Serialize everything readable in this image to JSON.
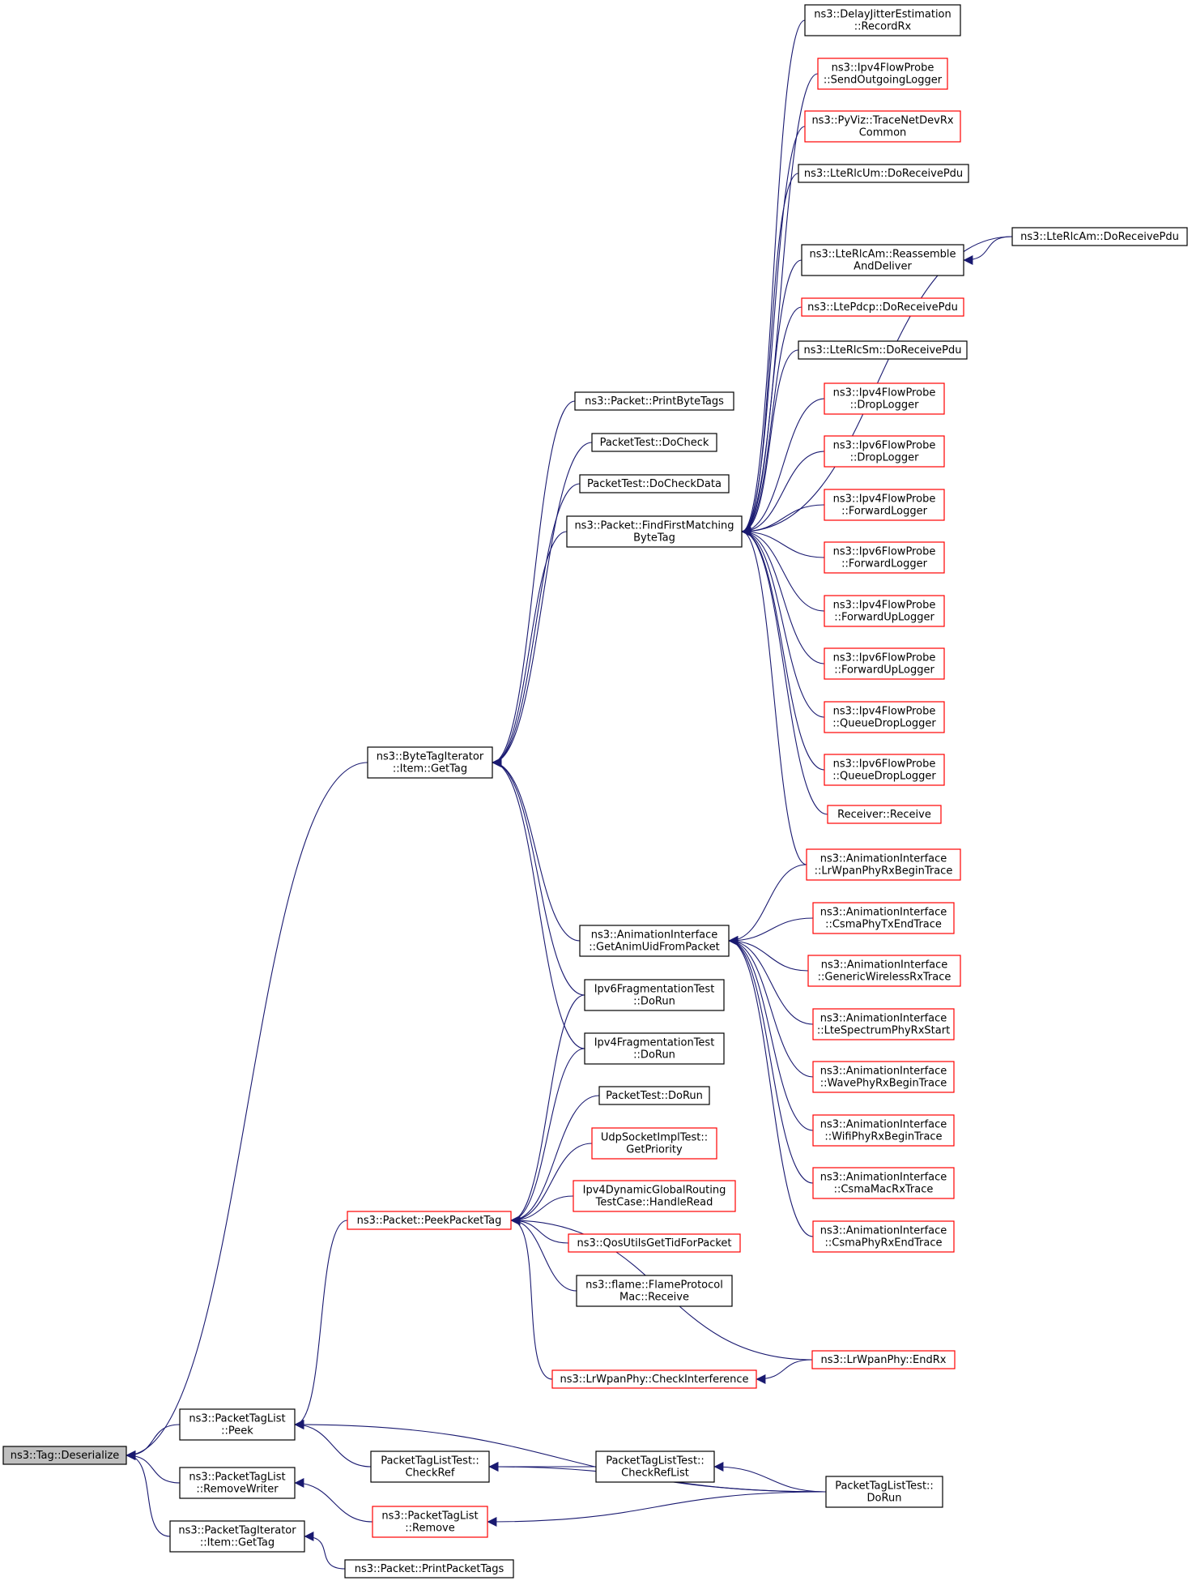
{
  "colors": {
    "edge": "#191970",
    "border_normal": "#000000",
    "border_truncated": "#ff0000",
    "root_fill": "#bfbfbf",
    "node_fill": "#ffffff"
  },
  "nodes": [
    {
      "id": "root",
      "lines": [
        "ns3::Tag::Deserialize"
      ],
      "style": "root"
    },
    {
      "id": "pkttaglist_peek",
      "lines": [
        "ns3::PacketTagList",
        "::Peek"
      ],
      "style": "normal"
    },
    {
      "id": "removewriter",
      "lines": [
        "ns3::PacketTagList",
        "::RemoveWriter"
      ],
      "style": "normal"
    },
    {
      "id": "pkttagiter_gettag",
      "lines": [
        "ns3::PacketTagIterator",
        "::Item::GetTag"
      ],
      "style": "normal"
    },
    {
      "id": "bytetagiter_gettag",
      "lines": [
        "ns3::ByteTagIterator",
        "::Item::GetTag"
      ],
      "style": "normal"
    },
    {
      "id": "peekpackettag",
      "lines": [
        "ns3::Packet::PeekPacketTag"
      ],
      "style": "truncated"
    },
    {
      "id": "checkref",
      "lines": [
        "PacketTagListTest::",
        "CheckRef"
      ],
      "style": "normal"
    },
    {
      "id": "remove",
      "lines": [
        "ns3::PacketTagList",
        "::Remove"
      ],
      "style": "truncated"
    },
    {
      "id": "printpackettags",
      "lines": [
        "ns3::Packet::PrintPacketTags"
      ],
      "style": "normal"
    },
    {
      "id": "checkreflist",
      "lines": [
        "PacketTagListTest::",
        "CheckRefList"
      ],
      "style": "normal"
    },
    {
      "id": "ptl_dorun",
      "lines": [
        "PacketTagListTest::",
        "DoRun"
      ],
      "style": "normal"
    },
    {
      "id": "printbytetags",
      "lines": [
        "ns3::Packet::PrintByteTags"
      ],
      "style": "normal"
    },
    {
      "id": "docheck",
      "lines": [
        "PacketTest::DoCheck"
      ],
      "style": "normal"
    },
    {
      "id": "docheckdata",
      "lines": [
        "PacketTest::DoCheckData"
      ],
      "style": "normal"
    },
    {
      "id": "findfirst",
      "lines": [
        "ns3::Packet::FindFirstMatching",
        "ByteTag"
      ],
      "style": "normal"
    },
    {
      "id": "getanimuid",
      "lines": [
        "ns3::AnimationInterface",
        "::GetAnimUidFromPacket"
      ],
      "style": "normal"
    },
    {
      "id": "ipv6frag",
      "lines": [
        "Ipv6FragmentationTest",
        "::DoRun"
      ],
      "style": "normal"
    },
    {
      "id": "ipv4frag",
      "lines": [
        "Ipv4FragmentationTest",
        "::DoRun"
      ],
      "style": "normal"
    },
    {
      "id": "pt_dorun",
      "lines": [
        "PacketTest::DoRun"
      ],
      "style": "normal"
    },
    {
      "id": "udpsock",
      "lines": [
        "UdpSocketImplTest::",
        "GetPriority"
      ],
      "style": "truncated"
    },
    {
      "id": "ipv4dyn",
      "lines": [
        "Ipv4DynamicGlobalRouting",
        "TestCase::HandleRead"
      ],
      "style": "truncated"
    },
    {
      "id": "qosutils",
      "lines": [
        "ns3::QosUtilsGetTidForPacket"
      ],
      "style": "truncated"
    },
    {
      "id": "flame",
      "lines": [
        "ns3::flame::FlameProtocol",
        "Mac::Receive"
      ],
      "style": "normal"
    },
    {
      "id": "checkinterf",
      "lines": [
        "ns3::LrWpanPhy::CheckInterference"
      ],
      "style": "truncated"
    },
    {
      "id": "endrx",
      "lines": [
        "ns3::LrWpanPhy::EndRx"
      ],
      "style": "truncated"
    },
    {
      "id": "delayjitter",
      "lines": [
        "ns3::DelayJitterEstimation",
        "::RecordRx"
      ],
      "style": "normal"
    },
    {
      "id": "ipv4fp_send",
      "lines": [
        "ns3::Ipv4FlowProbe",
        "::SendOutgoingLogger"
      ],
      "style": "truncated"
    },
    {
      "id": "pyviz",
      "lines": [
        "ns3::PyViz::TraceNetDevRx",
        "Common"
      ],
      "style": "truncated"
    },
    {
      "id": "rlcum",
      "lines": [
        "ns3::LteRlcUm::DoReceivePdu"
      ],
      "style": "normal"
    },
    {
      "id": "rlcam_reasm",
      "lines": [
        "ns3::LteRlcAm::Reassemble",
        "AndDeliver"
      ],
      "style": "normal"
    },
    {
      "id": "rlcam_recv",
      "lines": [
        "ns3::LteRlcAm::DoReceivePdu"
      ],
      "style": "normal"
    },
    {
      "id": "pdcp",
      "lines": [
        "ns3::LtePdcp::DoReceivePdu"
      ],
      "style": "truncated"
    },
    {
      "id": "rlcsm",
      "lines": [
        "ns3::LteRlcSm::DoReceivePdu"
      ],
      "style": "normal"
    },
    {
      "id": "ipv4fp_drop",
      "lines": [
        "ns3::Ipv4FlowProbe",
        "::DropLogger"
      ],
      "style": "truncated"
    },
    {
      "id": "ipv6fp_drop",
      "lines": [
        "ns3::Ipv6FlowProbe",
        "::DropLogger"
      ],
      "style": "truncated"
    },
    {
      "id": "ipv4fp_fwd",
      "lines": [
        "ns3::Ipv4FlowProbe",
        "::ForwardLogger"
      ],
      "style": "truncated"
    },
    {
      "id": "ipv6fp_fwd",
      "lines": [
        "ns3::Ipv6FlowProbe",
        "::ForwardLogger"
      ],
      "style": "truncated"
    },
    {
      "id": "ipv4fp_fwdup",
      "lines": [
        "ns3::Ipv4FlowProbe",
        "::ForwardUpLogger"
      ],
      "style": "truncated"
    },
    {
      "id": "ipv6fp_fwdup",
      "lines": [
        "ns3::Ipv6FlowProbe",
        "::ForwardUpLogger"
      ],
      "style": "truncated"
    },
    {
      "id": "ipv4fp_qdrop",
      "lines": [
        "ns3::Ipv4FlowProbe",
        "::QueueDropLogger"
      ],
      "style": "truncated"
    },
    {
      "id": "ipv6fp_qdrop",
      "lines": [
        "ns3::Ipv6FlowProbe",
        "::QueueDropLogger"
      ],
      "style": "truncated"
    },
    {
      "id": "receiver",
      "lines": [
        "Receiver::Receive"
      ],
      "style": "truncated"
    },
    {
      "id": "ai_lrwpan",
      "lines": [
        "ns3::AnimationInterface",
        "::LrWpanPhyRxBeginTrace"
      ],
      "style": "truncated"
    },
    {
      "id": "ai_csmatx",
      "lines": [
        "ns3::AnimationInterface",
        "::CsmaPhyTxEndTrace"
      ],
      "style": "truncated"
    },
    {
      "id": "ai_generic",
      "lines": [
        "ns3::AnimationInterface",
        "::GenericWirelessRxTrace"
      ],
      "style": "truncated"
    },
    {
      "id": "ai_lte",
      "lines": [
        "ns3::AnimationInterface",
        "::LteSpectrumPhyRxStart"
      ],
      "style": "truncated"
    },
    {
      "id": "ai_wave",
      "lines": [
        "ns3::AnimationInterface",
        "::WavePhyRxBeginTrace"
      ],
      "style": "truncated"
    },
    {
      "id": "ai_wifi",
      "lines": [
        "ns3::AnimationInterface",
        "::WifiPhyRxBeginTrace"
      ],
      "style": "truncated"
    },
    {
      "id": "ai_csmamac",
      "lines": [
        "ns3::AnimationInterface",
        "::CsmaMacRxTrace"
      ],
      "style": "truncated"
    },
    {
      "id": "ai_csmarx",
      "lines": [
        "ns3::AnimationInterface",
        "::CsmaPhyRxEndTrace"
      ],
      "style": "truncated"
    }
  ],
  "edges": [
    [
      "root",
      "pkttaglist_peek"
    ],
    [
      "root",
      "removewriter"
    ],
    [
      "root",
      "pkttagiter_gettag"
    ],
    [
      "root",
      "bytetagiter_gettag"
    ],
    [
      "pkttaglist_peek",
      "peekpackettag"
    ],
    [
      "pkttaglist_peek",
      "checkref"
    ],
    [
      "pkttaglist_peek",
      "ptl_dorun"
    ],
    [
      "removewriter",
      "remove"
    ],
    [
      "pkttagiter_gettag",
      "printpackettags"
    ],
    [
      "checkref",
      "checkreflist"
    ],
    [
      "checkref",
      "ptl_dorun"
    ],
    [
      "checkreflist",
      "ptl_dorun"
    ],
    [
      "remove",
      "ptl_dorun"
    ],
    [
      "bytetagiter_gettag",
      "printbytetags"
    ],
    [
      "bytetagiter_gettag",
      "docheck"
    ],
    [
      "bytetagiter_gettag",
      "docheckdata"
    ],
    [
      "bytetagiter_gettag",
      "findfirst"
    ],
    [
      "bytetagiter_gettag",
      "getanimuid"
    ],
    [
      "bytetagiter_gettag",
      "ipv6frag"
    ],
    [
      "bytetagiter_gettag",
      "ipv4frag"
    ],
    [
      "peekpackettag",
      "ipv6frag"
    ],
    [
      "peekpackettag",
      "ipv4frag"
    ],
    [
      "peekpackettag",
      "pt_dorun"
    ],
    [
      "peekpackettag",
      "udpsock"
    ],
    [
      "peekpackettag",
      "ipv4dyn"
    ],
    [
      "peekpackettag",
      "qosutils"
    ],
    [
      "peekpackettag",
      "flame"
    ],
    [
      "peekpackettag",
      "checkinterf"
    ],
    [
      "peekpackettag",
      "endrx"
    ],
    [
      "checkinterf",
      "endrx"
    ],
    [
      "findfirst",
      "delayjitter"
    ],
    [
      "findfirst",
      "ipv4fp_send"
    ],
    [
      "findfirst",
      "pyviz"
    ],
    [
      "findfirst",
      "rlcum"
    ],
    [
      "findfirst",
      "rlcam_reasm"
    ],
    [
      "findfirst",
      "rlcam_recv"
    ],
    [
      "findfirst",
      "pdcp"
    ],
    [
      "findfirst",
      "rlcsm"
    ],
    [
      "findfirst",
      "ipv4fp_drop"
    ],
    [
      "findfirst",
      "ipv6fp_drop"
    ],
    [
      "findfirst",
      "ipv4fp_fwd"
    ],
    [
      "findfirst",
      "ipv6fp_fwd"
    ],
    [
      "findfirst",
      "ipv4fp_fwdup"
    ],
    [
      "findfirst",
      "ipv6fp_fwdup"
    ],
    [
      "findfirst",
      "ipv4fp_qdrop"
    ],
    [
      "findfirst",
      "ipv6fp_qdrop"
    ],
    [
      "findfirst",
      "receiver"
    ],
    [
      "findfirst",
      "ai_lrwpan"
    ],
    [
      "rlcam_reasm",
      "rlcam_recv"
    ],
    [
      "getanimuid",
      "ai_lrwpan"
    ],
    [
      "getanimuid",
      "ai_csmatx"
    ],
    [
      "getanimuid",
      "ai_generic"
    ],
    [
      "getanimuid",
      "ai_lte"
    ],
    [
      "getanimuid",
      "ai_wave"
    ],
    [
      "getanimuid",
      "ai_wifi"
    ],
    [
      "getanimuid",
      "ai_csmamac"
    ],
    [
      "getanimuid",
      "ai_csmarx"
    ]
  ]
}
